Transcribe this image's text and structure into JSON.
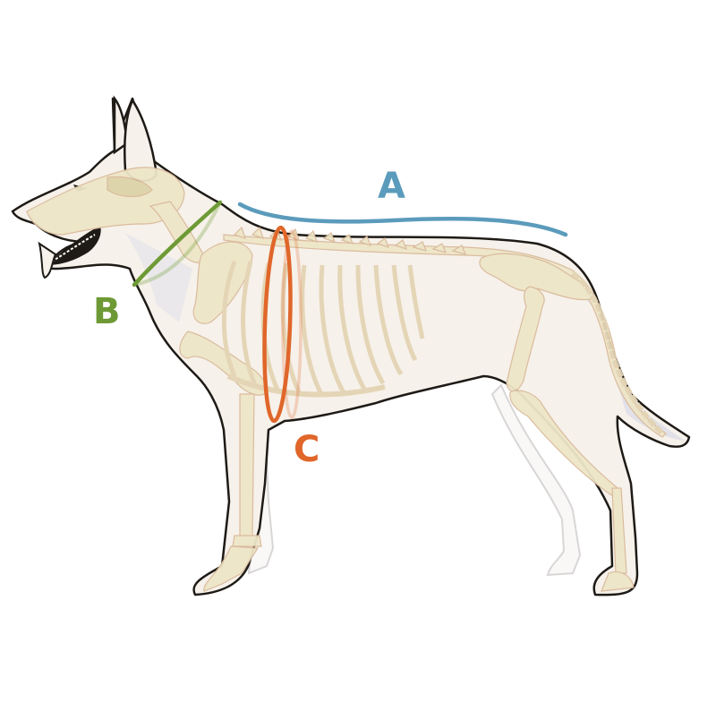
{
  "figure": {
    "subject": "Dog skeleton measurement diagram",
    "background": "#ffffff"
  },
  "measurements": [
    {
      "id": "A",
      "label": "A",
      "region": "back length (neck base to tail base)",
      "color": "#5b9bbb"
    },
    {
      "id": "B",
      "label": "B",
      "region": "neck circumference",
      "color": "#6e9a35"
    },
    {
      "id": "C",
      "label": "C",
      "region": "chest girth",
      "color": "#e0662a"
    }
  ],
  "palette": {
    "outline": "#1e1a16",
    "body_fill": "#f6f1ea",
    "shadow_fill": "#e6e4ea",
    "bone_fill": "#eee6c8",
    "bone_stroke": "#d9b99a",
    "bone_shade": "#ddd3a8"
  }
}
